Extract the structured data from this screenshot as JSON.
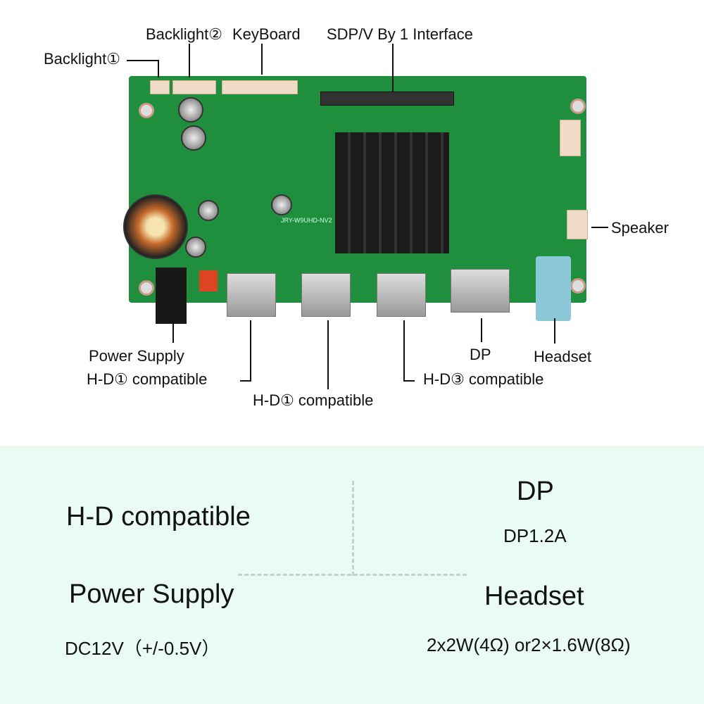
{
  "labels": {
    "backlight1": "Backlight①",
    "backlight2": "Backlight②",
    "keyboard": "KeyBoard",
    "sdp": "SDP/V By 1 Interface",
    "speaker": "Speaker",
    "power": "Power Supply",
    "hd1a": "H-D① compatible",
    "hd1b": "H-D① compatible",
    "hd3": "H-D③ compatible",
    "dp": "DP",
    "headset": "Headset"
  },
  "board": {
    "model": "JRY-W9UHD-NV2"
  },
  "specs": {
    "hd_title": "H-D compatible",
    "dp_title": "DP",
    "dp_value": "DP1.2A",
    "power_title": "Power Supply",
    "power_value": "DC12V（+/-0.5V）",
    "headset_title": "Headset",
    "headset_value": "2x2W(4Ω) or2×1.6W(8Ω)"
  }
}
